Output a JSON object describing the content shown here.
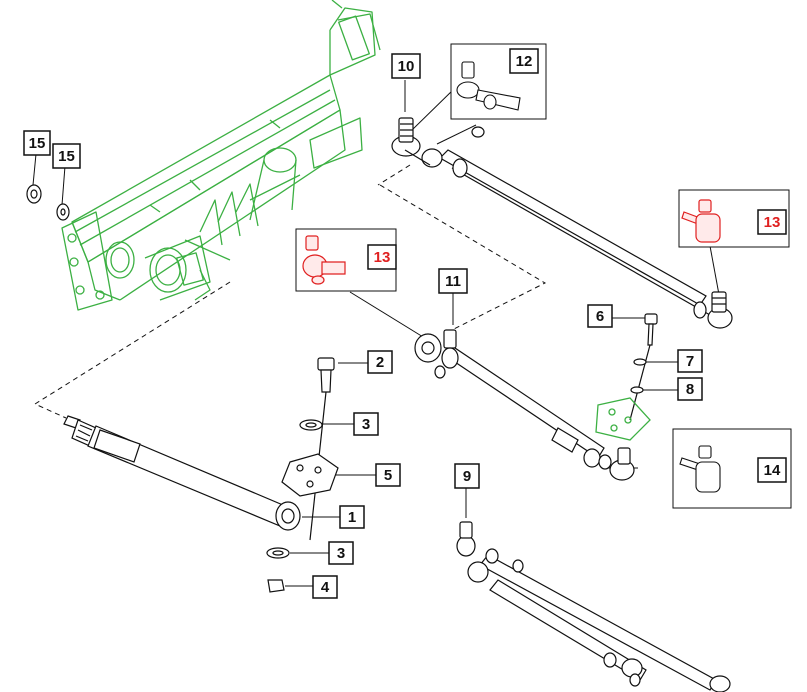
{
  "diagram": {
    "colors": {
      "line": "#111111",
      "frame": "#3cb043",
      "highlight": "#e02020",
      "highlight_text": "#e02020",
      "box_border": "#111111"
    },
    "callouts": [
      {
        "id": "c10",
        "label": "10",
        "highlight": false
      },
      {
        "id": "c12",
        "label": "12",
        "highlight": false
      },
      {
        "id": "c15a",
        "label": "15",
        "highlight": false
      },
      {
        "id": "c15b",
        "label": "15",
        "highlight": false
      },
      {
        "id": "c13a",
        "label": "13",
        "highlight": true
      },
      {
        "id": "c13b",
        "label": "13",
        "highlight": true
      },
      {
        "id": "c11",
        "label": "11",
        "highlight": false
      },
      {
        "id": "c6",
        "label": "6",
        "highlight": false
      },
      {
        "id": "c7",
        "label": "7",
        "highlight": false
      },
      {
        "id": "c8",
        "label": "8",
        "highlight": false
      },
      {
        "id": "c2",
        "label": "2",
        "highlight": false
      },
      {
        "id": "c3a",
        "label": "3",
        "highlight": false
      },
      {
        "id": "c5",
        "label": "5",
        "highlight": false
      },
      {
        "id": "c14",
        "label": "14",
        "highlight": false
      },
      {
        "id": "c1",
        "label": "1",
        "highlight": false
      },
      {
        "id": "c9",
        "label": "9",
        "highlight": false
      },
      {
        "id": "c3b",
        "label": "3",
        "highlight": false
      },
      {
        "id": "c4",
        "label": "4",
        "highlight": false
      }
    ]
  }
}
